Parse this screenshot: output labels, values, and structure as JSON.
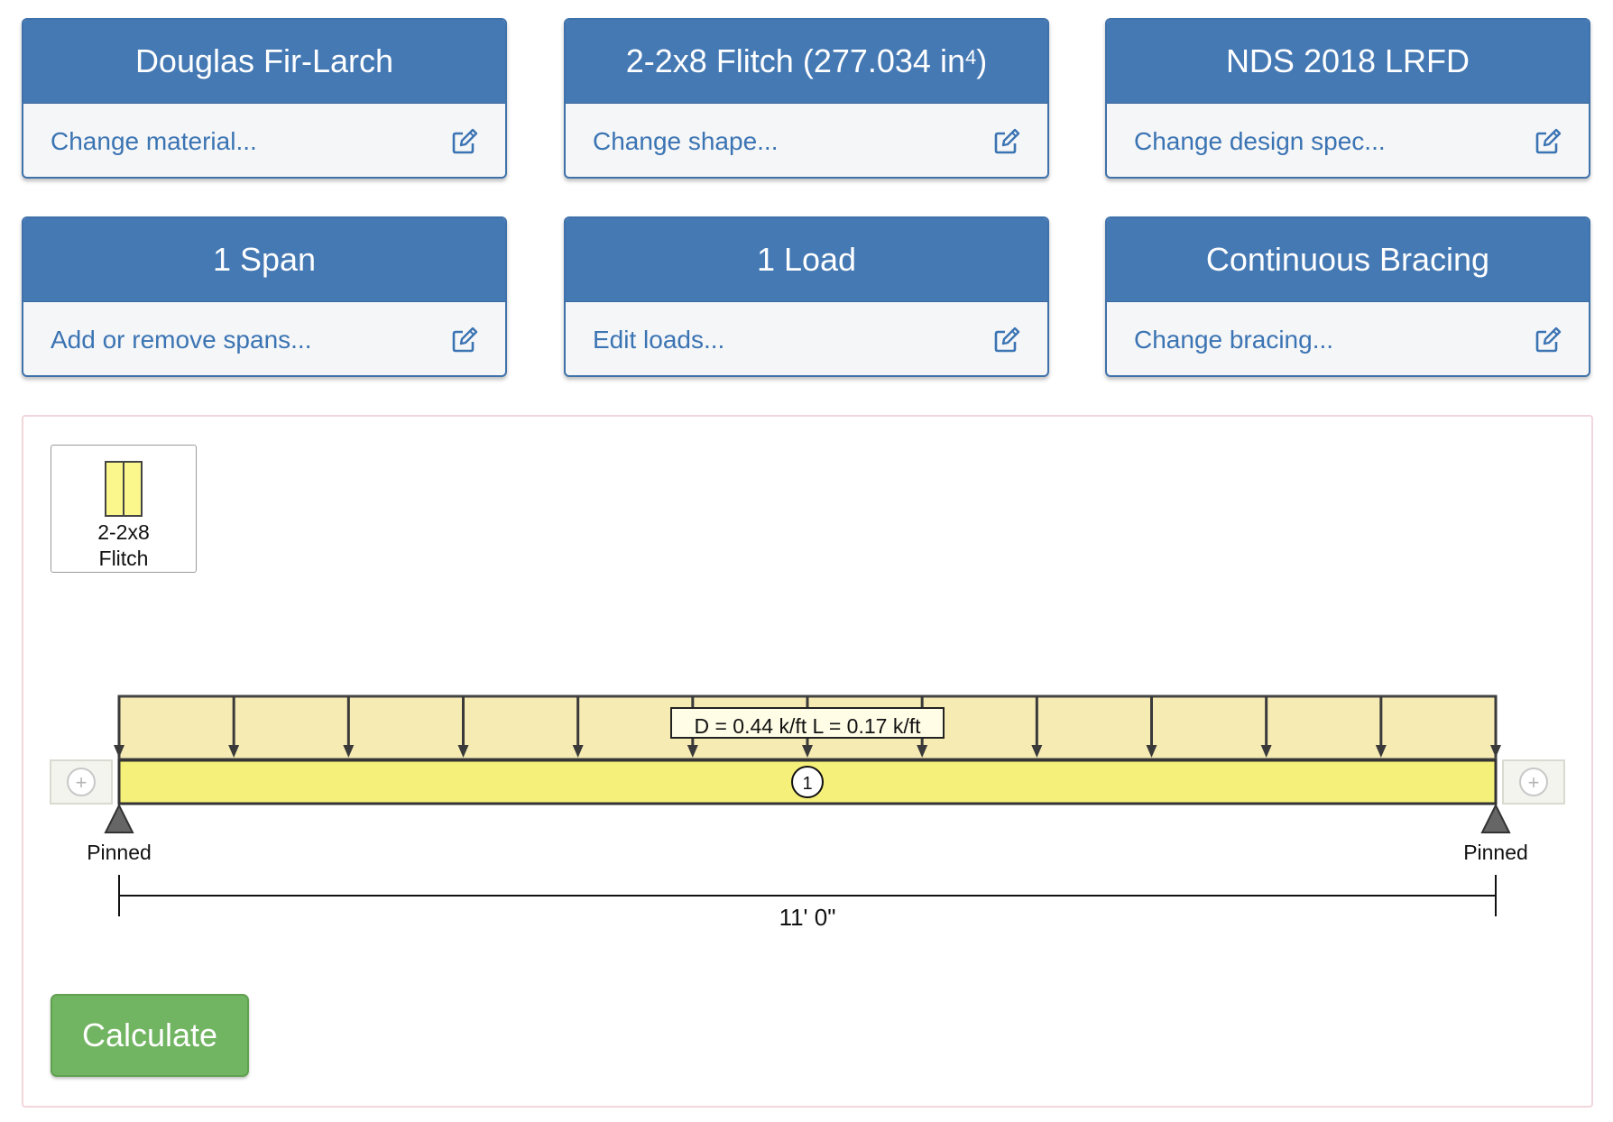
{
  "cards": [
    {
      "title": "Douglas Fir-Larch",
      "link": "Change material..."
    },
    {
      "title": "2-2x8 Flitch (277.034 in",
      "title_sup": "4",
      "title_end": ")",
      "link": "Change shape..."
    },
    {
      "title": "NDS 2018 LRFD",
      "link": "Change design spec..."
    },
    {
      "title": "1 Span",
      "link": "Add or remove spans..."
    },
    {
      "title": "1 Load",
      "link": "Edit loads..."
    },
    {
      "title": "Continuous Bracing",
      "link": "Change bracing..."
    }
  ],
  "shape": {
    "line1": "2-2x8",
    "line2": "Flitch"
  },
  "beam": {
    "load_label": "D = 0.44 k/ft L = 0.17 k/ft",
    "span_number": "1",
    "left_support": "Pinned",
    "right_support": "Pinned",
    "span_length": "11' 0\"",
    "add_left": "+",
    "add_right": "+"
  },
  "calculate_label": "Calculate",
  "colors": {
    "card_header": "#4579b4",
    "link_text": "#3b74b3",
    "beam_fill": "#f5f07a",
    "load_fill": "#f7ebb4",
    "calculate": "#71b461"
  }
}
